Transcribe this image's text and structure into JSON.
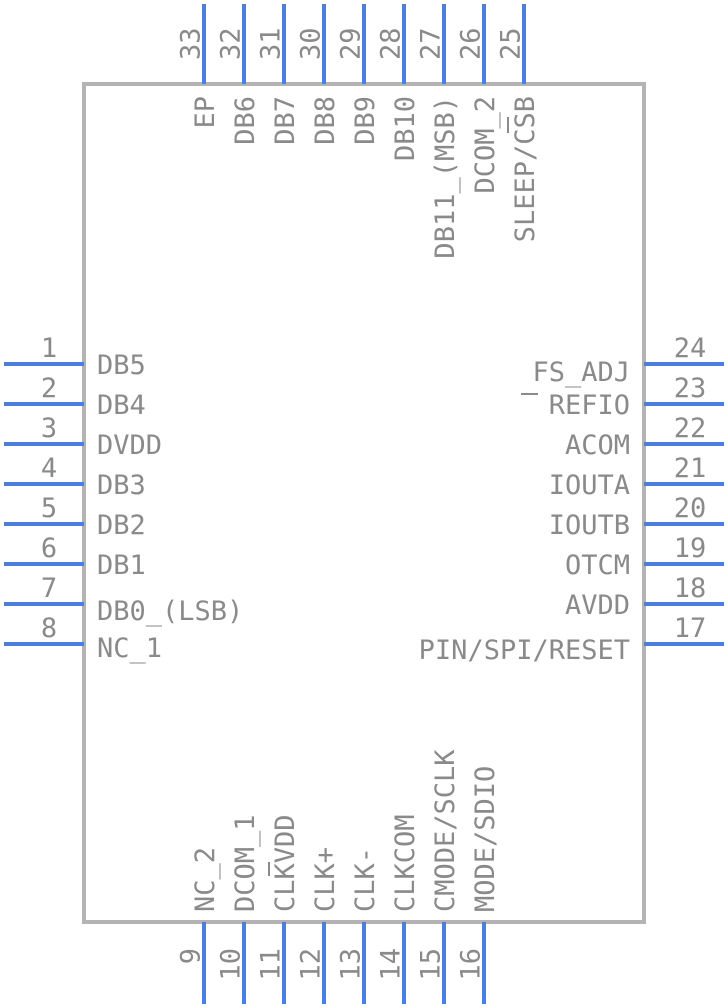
{
  "colors": {
    "pin": "#4a7fe0",
    "body": "#b3b3b3",
    "text": "#8a8a8a"
  },
  "left_pins": [
    {
      "num": "1",
      "label": "DB5"
    },
    {
      "num": "2",
      "label": "DB4"
    },
    {
      "num": "3",
      "label": "DVDD"
    },
    {
      "num": "4",
      "label": "DB3"
    },
    {
      "num": "5",
      "label": "DB2"
    },
    {
      "num": "6",
      "label": "DB1"
    },
    {
      "num": "7",
      "label": "DB0_(LSB)"
    },
    {
      "num": "8",
      "label": "NC_1"
    }
  ],
  "bottom_pins": [
    {
      "num": "9",
      "label": "NC_2"
    },
    {
      "num": "10",
      "label": "DCOM_1"
    },
    {
      "num": "11",
      "label": "CLKVDD"
    },
    {
      "num": "12",
      "label": "CLK+"
    },
    {
      "num": "13",
      "label": "CLK-"
    },
    {
      "num": "14",
      "label": "CLKCOM"
    },
    {
      "num": "15",
      "label": "CMODE/SCLK"
    },
    {
      "num": "16",
      "label": "MODE/SDIO"
    }
  ],
  "right_pins": [
    {
      "num": "17",
      "label": "PIN/SPI/RESET"
    },
    {
      "num": "18",
      "label": "AVDD"
    },
    {
      "num": "19",
      "label": "OTCM"
    },
    {
      "num": "20",
      "label": "IOUTB"
    },
    {
      "num": "21",
      "label": "IOUTA"
    },
    {
      "num": "22",
      "label": "ACOM"
    },
    {
      "num": "23",
      "label": "REFIO"
    },
    {
      "num": "24",
      "label": "FS_ADJ"
    }
  ],
  "top_pins": [
    {
      "num": "25",
      "label": "SLEEP/CSB"
    },
    {
      "num": "26",
      "label": "DCOM_2"
    },
    {
      "num": "27",
      "label": "DB11_(MSB)"
    },
    {
      "num": "28",
      "label": "DB10"
    },
    {
      "num": "29",
      "label": "DB9"
    },
    {
      "num": "30",
      "label": "DB8"
    },
    {
      "num": "31",
      "label": "DB7"
    },
    {
      "num": "32",
      "label": "DB6"
    },
    {
      "num": "33",
      "label": "EP"
    }
  ]
}
